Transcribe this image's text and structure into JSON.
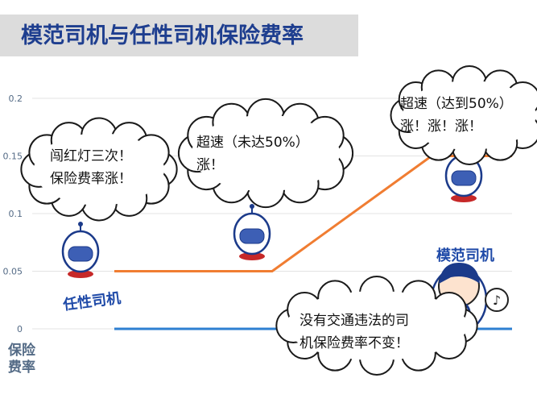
{
  "header": {
    "title": "模范司机与任性司机保险费率"
  },
  "chart_data": {
    "type": "line",
    "ylabel": "保险费率",
    "ylim": [
      0,
      0.2
    ],
    "yticks": [
      "0",
      "0.05",
      "0.1",
      "0.15",
      "0.2"
    ],
    "grid": true,
    "series": [
      {
        "name": "任性司机",
        "color": "#f07d32",
        "points": [
          [
            0,
            0.05
          ],
          [
            1,
            0.05
          ],
          [
            2,
            0.15
          ],
          [
            3,
            0.15
          ]
        ]
      },
      {
        "name": "模范司机",
        "color": "#2d7fd1",
        "points": [
          [
            0,
            0
          ],
          [
            3,
            0
          ]
        ]
      }
    ],
    "annotations": [
      {
        "line1": "闯红灯三次！",
        "line2": "保险费率涨！"
      },
      {
        "line1": "超速（未达50%）",
        "line2": "涨！"
      },
      {
        "line1": "超速（达到50%）",
        "line2": "涨！涨！涨！"
      },
      {
        "line1": "没有交通违法的司",
        "line2": "机保险费率不变！"
      }
    ]
  },
  "colors": {
    "title": "#1e3e8f",
    "title_bg": "#dcdcdc",
    "grid": "#e3e3e3",
    "name_tag": "#1f4aa8"
  }
}
